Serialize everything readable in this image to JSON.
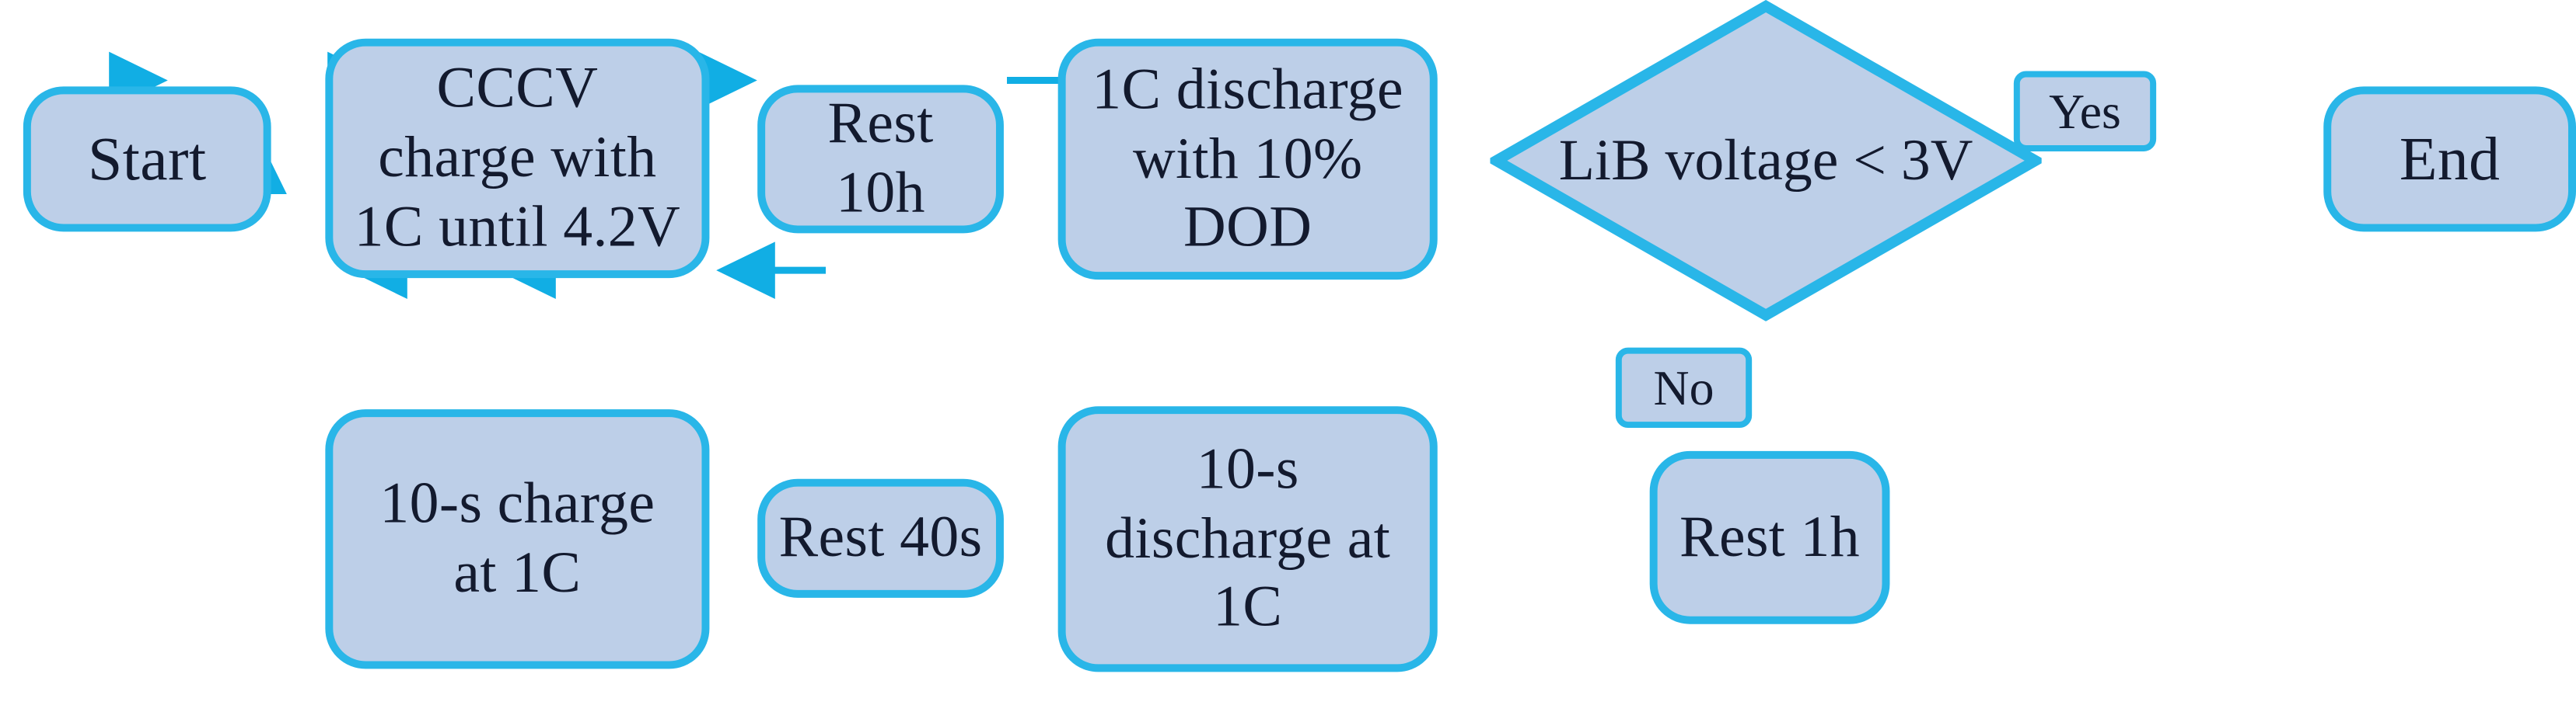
{
  "diagram": {
    "title": "LiB pulse-test procedure flowchart",
    "type": "flowchart",
    "colors": {
      "node_fill": "#bdcfe8",
      "node_border": "#29b6e8",
      "edge": "#29b6e8",
      "text": "#131a2e",
      "background": "#ffffff"
    },
    "nodes": [
      {
        "id": "start",
        "shape": "rounded-rectangle",
        "label": "Start"
      },
      {
        "id": "cccv",
        "shape": "rounded-rectangle",
        "label": "CCCV charge with 1C until 4.2V",
        "lines": [
          "CCCV",
          "charge with",
          "1C until 4.2V"
        ]
      },
      {
        "id": "rest10h",
        "shape": "rounded-rectangle",
        "label": "Rest 10h",
        "lines": [
          "Rest",
          "10h"
        ]
      },
      {
        "id": "discharge10",
        "shape": "rounded-rectangle",
        "label": "1C discharge with 10% DOD",
        "lines": [
          "1C discharge",
          "with 10%",
          "DOD"
        ]
      },
      {
        "id": "decision",
        "shape": "diamond",
        "label": "LiB voltage < 3V"
      },
      {
        "id": "end",
        "shape": "rounded-rectangle",
        "label": "End"
      },
      {
        "id": "rest1h",
        "shape": "rounded-rectangle",
        "label": "Rest 1h"
      },
      {
        "id": "dis10s",
        "shape": "rounded-rectangle",
        "label": "10-s discharge at 1C",
        "lines": [
          "10-s",
          "discharge at",
          "1C"
        ]
      },
      {
        "id": "rest40s",
        "shape": "rounded-rectangle",
        "label": "Rest 40s"
      },
      {
        "id": "chg10s",
        "shape": "rounded-rectangle",
        "label": "10-s charge at 1C",
        "lines": [
          "10-s charge",
          "at 1C"
        ]
      }
    ],
    "edge_labels": [
      {
        "id": "yes",
        "label": "Yes",
        "from": "decision",
        "to": "end"
      },
      {
        "id": "no",
        "label": "No",
        "from": "decision",
        "to": "rest1h"
      }
    ],
    "edges": [
      {
        "from": "start",
        "to": "cccv",
        "label": ""
      },
      {
        "from": "cccv",
        "to": "rest10h",
        "label": ""
      },
      {
        "from": "rest10h",
        "to": "discharge10",
        "label": ""
      },
      {
        "from": "discharge10",
        "to": "decision",
        "label": ""
      },
      {
        "from": "decision",
        "to": "end",
        "label": "Yes"
      },
      {
        "from": "decision",
        "to": "rest1h",
        "label": "No"
      },
      {
        "from": "rest1h",
        "to": "dis10s",
        "label": ""
      },
      {
        "from": "dis10s",
        "to": "rest40s",
        "label": ""
      },
      {
        "from": "rest40s",
        "to": "chg10s",
        "label": ""
      },
      {
        "from": "chg10s",
        "to": "cccv",
        "label": ""
      }
    ]
  }
}
